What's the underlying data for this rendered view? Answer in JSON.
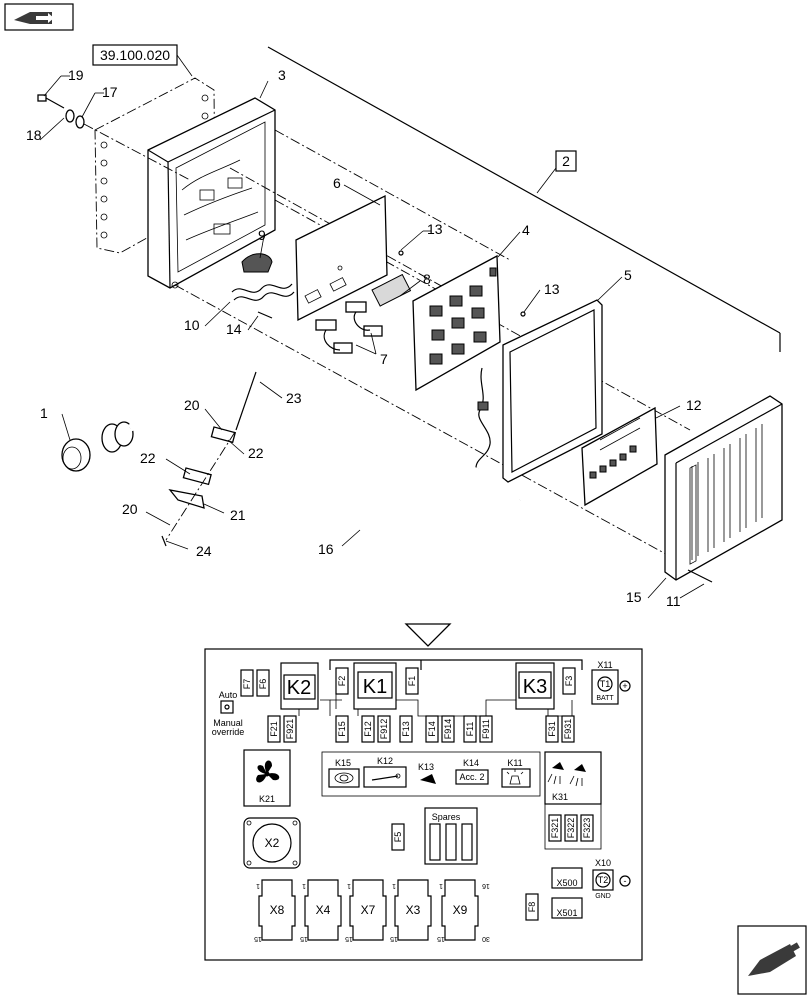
{
  "references": {
    "ref_box": "39.100.020",
    "group_box": "2"
  },
  "callouts": {
    "c1": "1",
    "c2": "3",
    "c3": "4",
    "c4": "5",
    "c5": "6",
    "c6": "7",
    "c7": "8",
    "c8": "9",
    "c9": "10",
    "c10": "11",
    "c11": "12",
    "c12": "13",
    "c13": "13",
    "c14": "14",
    "c15": "15",
    "c16": "16",
    "c17": "17",
    "c18": "18",
    "c19": "19",
    "c20": "20",
    "c21": "20",
    "c22": "21",
    "c23": "22",
    "c24": "22",
    "c25": "23",
    "c26": "24"
  },
  "fuse_panel": {
    "relays": {
      "k1": "K1",
      "k2": "K2",
      "k3": "K3"
    },
    "top_fuses": {
      "f1": "F1",
      "f2": "F2",
      "f3": "F3",
      "f6": "F6",
      "f7": "F7"
    },
    "fuses_left": [
      "F21",
      "F921"
    ],
    "fuses_k1": [
      "F15",
      "F12",
      "F912",
      "F13",
      "F14",
      "F914",
      "F11",
      "F911"
    ],
    "fuses_k3": [
      "F31",
      "F931"
    ],
    "fuses_k31": [
      "F321",
      "F322",
      "F323"
    ],
    "auto_label": "Auto",
    "manual_label": "Manual\noverride",
    "x11_label": "X11",
    "t1_label": "T1",
    "batt_label": "BATT",
    "plus_sign": "+",
    "x10_label": "X10",
    "t2_label": "T2",
    "gnd_label": "GND",
    "minus_sign": "-",
    "k21_label": "K21",
    "k31_label": "K31",
    "relay_small": {
      "k15": "K15",
      "k12": "K12",
      "k13": "K13",
      "k14": "K14",
      "k11": "K11",
      "acc2": "Acc. 2"
    },
    "x2_label": "X2",
    "f5_label": "F5",
    "spares_label": "Spares",
    "connectors": [
      "X8",
      "X4",
      "X7",
      "X3",
      "X9"
    ],
    "conn_pin_top": "1",
    "conn_pin_bottom": "15",
    "conn_pin_right": "16",
    "conn_pin_br": "30",
    "x500_label": "X500",
    "x501_label": "X501",
    "f8_label": "F8"
  }
}
